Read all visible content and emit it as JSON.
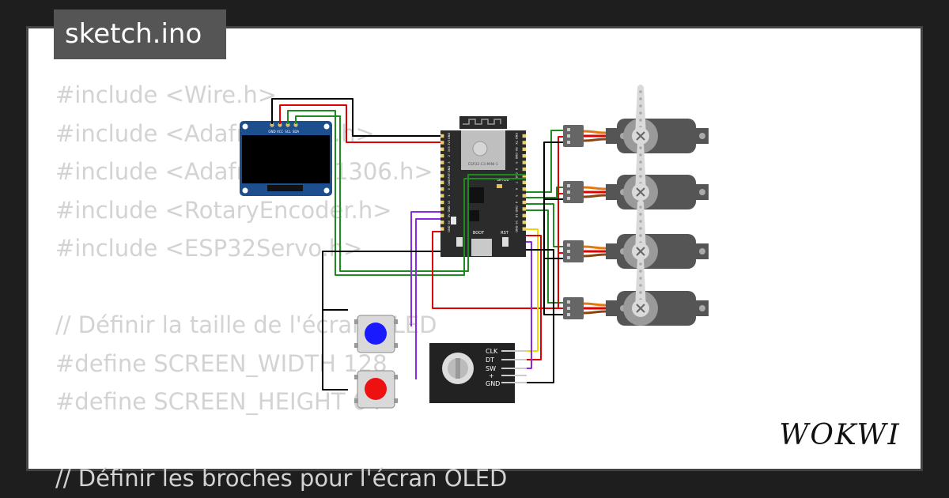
{
  "sketch": {
    "filename": "sketch.ino"
  },
  "code": {
    "lines": [
      "#include <Wire.h>",
      "#include <Adafruit_GFX.h>",
      "#include <Adafruit_SSD1306.h>",
      "#include <RotaryEncoder.h>",
      "#include <ESP32Servo.h>",
      "",
      "// Définir la taille de l'écran OLED",
      "#define SCREEN_WIDTH 128",
      "#define SCREEN_HEIGHT 64",
      "",
      "// Définir les broches pour l'écran OLED"
    ]
  },
  "oled": {
    "pins": [
      "GND",
      "VCC",
      "SCL",
      "SDA"
    ]
  },
  "mcu": {
    "label": "ESP32-C3-MINI-1",
    "left_pins": [
      "GND",
      "3V3",
      "3V3",
      "2",
      "3",
      "GND",
      "RST",
      "GND",
      "0",
      "1",
      "10",
      "GND",
      "5V",
      "5V",
      "GND"
    ],
    "right_pins": [
      "GND",
      "TX",
      "RX",
      "GND",
      "9",
      "8",
      "GND",
      "7",
      "6",
      "5",
      "4",
      "GND",
      "18",
      "19",
      "GND"
    ],
    "gpio_label": "GPIO8",
    "boot_label": "BOOT",
    "rst_label": "RST"
  },
  "encoder": {
    "pins": [
      "CLK",
      "DT",
      "SW",
      "+",
      "GND"
    ]
  },
  "buttons": [
    {
      "color": "blue"
    },
    {
      "color": "red"
    }
  ],
  "servo_count": 4,
  "brand": {
    "logo": "WOKWI"
  },
  "colors": {
    "background": "#1e1e1e",
    "canvas": "#ffffff",
    "code_text": "#d3d3d3",
    "title_tab": "#555555",
    "wire_red": "#e00000",
    "wire_black": "#000000",
    "wire_green": "#1f8a1f",
    "wire_purple": "#8a2be2",
    "wire_yellow": "#f5d400",
    "oled_board": "#1d4f8f",
    "mcu_board": "#2b2b2b",
    "servo_body": "#555555"
  }
}
